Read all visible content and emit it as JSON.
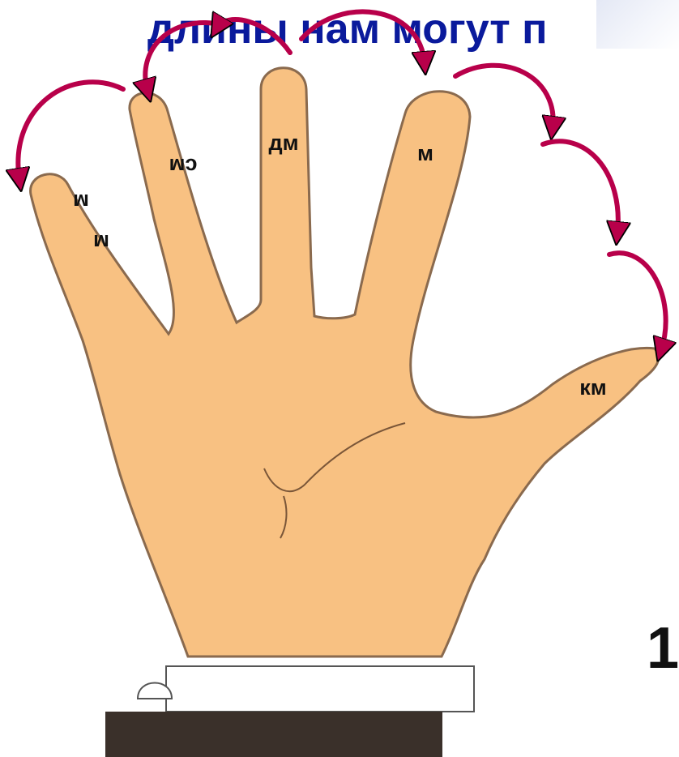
{
  "title": "длины нам могут п",
  "units": {
    "mm_1": "м",
    "mm_2": "м",
    "cm": "см",
    "dm": "дм",
    "m": "м",
    "km": "км"
  },
  "side_digit": "1",
  "colors": {
    "title": "#0a1a9c",
    "skin": "#f8c182",
    "outline": "#8a6a4e",
    "arrow": "#b8004a",
    "sleeve": "#3a302a"
  }
}
